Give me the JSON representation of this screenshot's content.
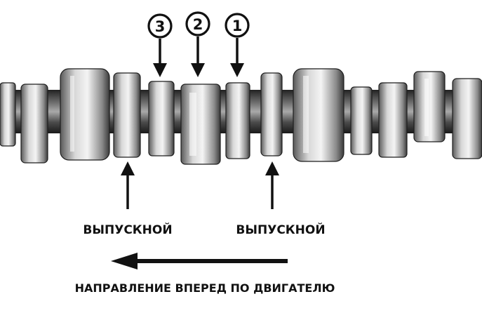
{
  "callouts": [
    {
      "number": "3"
    },
    {
      "number": "2"
    },
    {
      "number": "1"
    }
  ],
  "labels": {
    "exhaust_left": "ВЫПУСКНОЙ",
    "exhaust_right": "ВЫПУСКНОЙ",
    "direction": "НАПРАВЛЕНИЕ ВПЕРЕД ПО ДВИГАТЕЛЮ"
  },
  "colors": {
    "metal_dark": "#2a2a2a",
    "metal_mid": "#8c8c8c",
    "metal_light": "#ededed",
    "ink": "#111111"
  }
}
